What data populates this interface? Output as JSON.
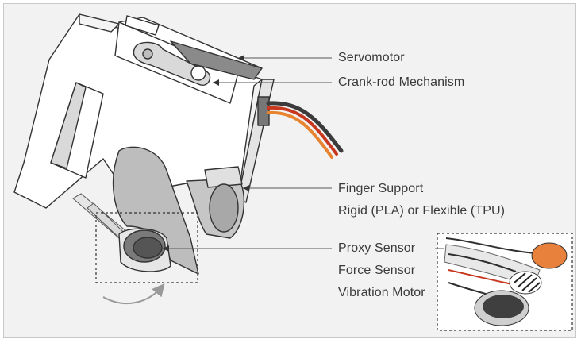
{
  "labels": {
    "servomotor": "Servomotor",
    "crank_rod": "Crank-rod Mechanism",
    "finger_support": "Finger Support",
    "finger_support_material": "Rigid (PLA) or Flexible (TPU)",
    "proxy_sensor": "Proxy Sensor",
    "force_sensor": "Force Sensor",
    "vibration_motor": "Vibration Motor"
  },
  "colors": {
    "background": "#f2f2f2",
    "part_fill": "#ffffff",
    "part_gray": "#b7b7b7",
    "outline": "#333333",
    "wire_red": "#c8381f",
    "wire_orange": "#e8832f",
    "wire_dark": "#3b3b3b",
    "force_sensor_orange": "#e8813b"
  },
  "icons": {
    "rotation_arrow": "curved-arrow-icon"
  }
}
